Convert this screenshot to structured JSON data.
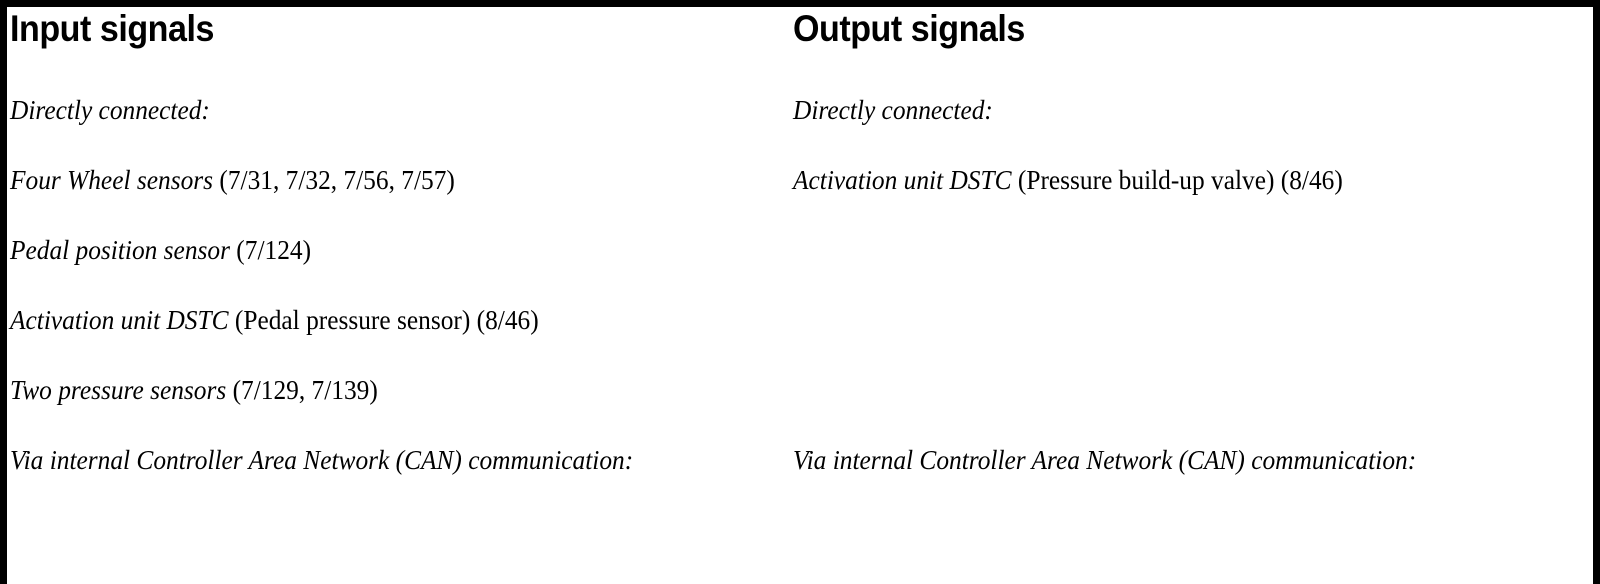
{
  "document": {
    "border_color": "#000000",
    "background_color": "#ffffff",
    "text_color": "#000000"
  },
  "columns": [
    {
      "id": "input",
      "heading": "Input signals",
      "rows": [
        {
          "slot": 0,
          "kind": "section",
          "label": "Directly connected:",
          "ref": ""
        },
        {
          "slot": 1,
          "kind": "entry",
          "label": "Four Wheel sensors",
          "ref": "(7/31, 7/32, 7/56, 7/57)"
        },
        {
          "slot": 2,
          "kind": "entry",
          "label": "Pedal position sensor",
          "ref": "(7/124)"
        },
        {
          "slot": 3,
          "kind": "entry",
          "label": "Activation unit DSTC",
          "ref": "(Pedal pressure sensor) (8/46)"
        },
        {
          "slot": 4,
          "kind": "entry",
          "label": "Two pressure sensors",
          "ref": "(7/129, 7/139)"
        },
        {
          "slot": 5,
          "kind": "section",
          "label": "Via internal Controller Area Network (CAN) communication:",
          "ref": ""
        }
      ]
    },
    {
      "id": "output",
      "heading": "Output signals",
      "rows": [
        {
          "slot": 0,
          "kind": "section",
          "label": "Directly connected:",
          "ref": ""
        },
        {
          "slot": 1,
          "kind": "entry",
          "label": "Activation unit DSTC",
          "ref": "(Pressure build-up valve) (8/46)"
        },
        {
          "slot": 5,
          "kind": "section",
          "label": "Via internal Controller Area Network (CAN) communication:",
          "ref": ""
        }
      ]
    }
  ]
}
